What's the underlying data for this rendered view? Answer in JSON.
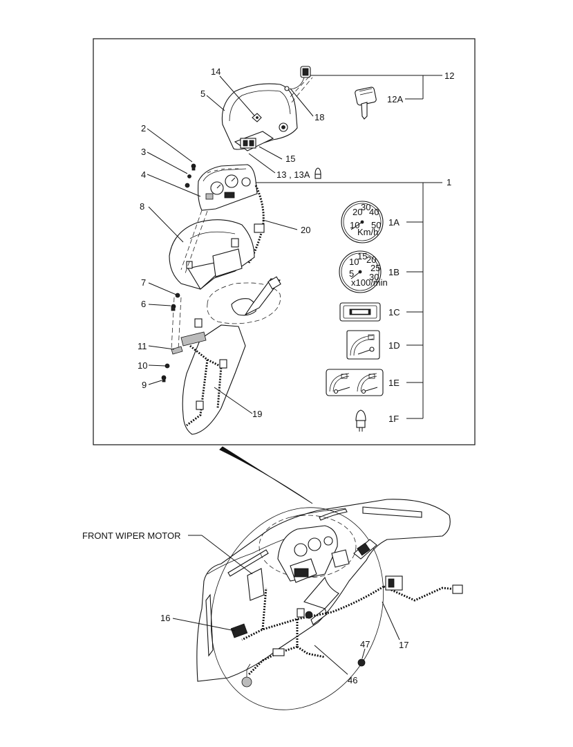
{
  "diagram": {
    "labels": {
      "l1": "1",
      "l1A": "1A",
      "l1B": "1B",
      "l1C": "1C",
      "l1D": "1D",
      "l1E": "1E",
      "l1F": "1F",
      "l2": "2",
      "l3": "3",
      "l4": "4",
      "l5": "5",
      "l6": "6",
      "l7": "7",
      "l8": "8",
      "l9": "9",
      "l10": "10",
      "l11": "11",
      "l12": "12",
      "l12A": "12A",
      "l13": "13 , 13A",
      "l14": "14",
      "l15": "15",
      "l16": "16",
      "l17": "17",
      "l18": "18",
      "l19": "19",
      "l20": "20",
      "l46": "46",
      "l47": "47",
      "wiper": "FRONT WIPER MOTOR"
    },
    "gauges": {
      "speedo_unit": "Km/h",
      "tacho_unit": "x100/min",
      "speedo_ticks": [
        "10",
        "20",
        "30",
        "40",
        "50"
      ],
      "tacho_ticks": [
        "5",
        "10",
        "15",
        "20",
        "25",
        "30"
      ]
    }
  }
}
